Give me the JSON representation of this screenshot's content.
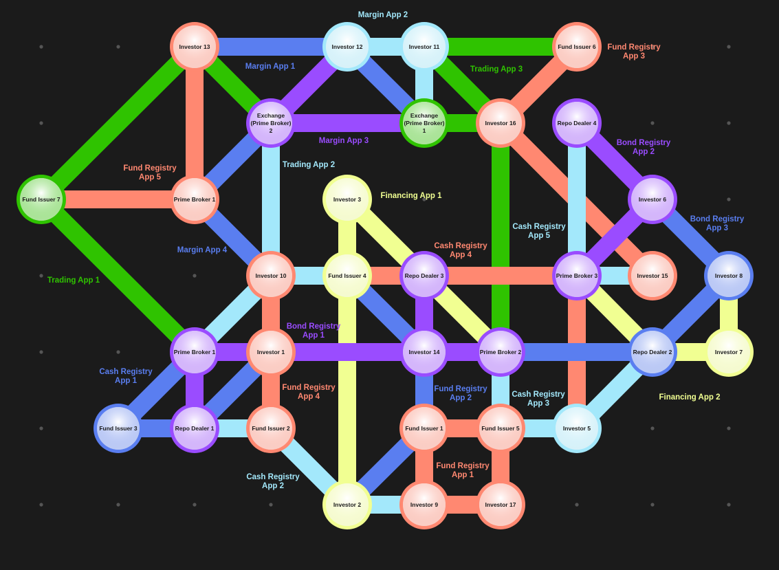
{
  "colors": {
    "green": "#2fc300",
    "salmon": "#ff8871",
    "blue": "#5a7ef0",
    "lightblue": "#a3e8fb",
    "purple": "#9a4cff",
    "yellow": "#f1ff92",
    "background": "#1b1b1b",
    "dot": "#555555"
  },
  "nodes": [
    {
      "id": "inv13",
      "label": "Investor 13",
      "color": "salmon"
    },
    {
      "id": "inv12",
      "label": "Investor 12",
      "color": "lightblue"
    },
    {
      "id": "inv11",
      "label": "Investor 11",
      "color": "lightblue"
    },
    {
      "id": "fi6",
      "label": "Fund Issuer 6",
      "color": "salmon"
    },
    {
      "id": "ex2",
      "label": "Exchange\n(Prime Broker)\n2",
      "color": "purple"
    },
    {
      "id": "ex1",
      "label": "Exchange\n(Prime Broker)\n1",
      "color": "green"
    },
    {
      "id": "inv16",
      "label": "Investor 16",
      "color": "salmon"
    },
    {
      "id": "rd4",
      "label": "Repo Dealer 4",
      "color": "purple"
    },
    {
      "id": "fi7",
      "label": "Fund Issuer 7",
      "color": "green"
    },
    {
      "id": "pb1a",
      "label": "Prime Broker 1",
      "color": "salmon"
    },
    {
      "id": "inv3",
      "label": "Investor 3",
      "color": "yellow"
    },
    {
      "id": "inv6",
      "label": "Investor 6",
      "color": "purple"
    },
    {
      "id": "inv10",
      "label": "Investor 10",
      "color": "salmon"
    },
    {
      "id": "fi4",
      "label": "Fund Issuer 4",
      "color": "yellow"
    },
    {
      "id": "rd3",
      "label": "Repo Dealer 3",
      "color": "purple"
    },
    {
      "id": "pb3",
      "label": "Prime Broker 3",
      "color": "purple"
    },
    {
      "id": "inv15",
      "label": "Investor 15",
      "color": "salmon"
    },
    {
      "id": "inv8",
      "label": "Investor 8",
      "color": "blue"
    },
    {
      "id": "pb1b",
      "label": "Prime Broker 1",
      "color": "purple"
    },
    {
      "id": "inv1",
      "label": "Investor 1",
      "color": "salmon"
    },
    {
      "id": "inv14",
      "label": "Investor 14",
      "color": "purple"
    },
    {
      "id": "pb2",
      "label": "Prime Broker 2",
      "color": "purple"
    },
    {
      "id": "rd2",
      "label": "Repo Dealer 2",
      "color": "blue"
    },
    {
      "id": "inv7",
      "label": "Investor 7",
      "color": "yellow"
    },
    {
      "id": "fi3",
      "label": "Fund Issuer 3",
      "color": "blue"
    },
    {
      "id": "rd1",
      "label": "Repo Dealer 1",
      "color": "purple"
    },
    {
      "id": "fi2",
      "label": "Fund Issuer 2",
      "color": "salmon"
    },
    {
      "id": "fi1",
      "label": "Fund Issuer 1",
      "color": "salmon"
    },
    {
      "id": "fi5",
      "label": "Fund Issuer 5",
      "color": "salmon"
    },
    {
      "id": "inv5",
      "label": "Investor 5",
      "color": "lightblue"
    },
    {
      "id": "inv2",
      "label": "Investor 2",
      "color": "yellow"
    },
    {
      "id": "inv9",
      "label": "Investor 9",
      "color": "salmon"
    },
    {
      "id": "inv17",
      "label": "Investor 17",
      "color": "salmon"
    }
  ],
  "apps": [
    {
      "id": "ma1",
      "name": "Margin App 1",
      "color": "blue",
      "edges": [
        [
          "inv13",
          "inv12"
        ]
      ]
    },
    {
      "id": "ma2",
      "name": "Margin App 2",
      "color": "lightblue",
      "edges": [
        [
          "inv12",
          "inv11"
        ],
        [
          "inv11",
          "ex1"
        ]
      ]
    },
    {
      "id": "ma3",
      "name": "Margin App 3",
      "color": "purple",
      "edges": [
        [
          "inv12",
          "ex2"
        ],
        [
          "ex2",
          "ex1"
        ]
      ]
    },
    {
      "id": "ma4",
      "name": "Margin App 4",
      "color": "blue",
      "edges": [
        [
          "ex2",
          "pb1a"
        ],
        [
          "pb1a",
          "inv10"
        ],
        [
          "inv12",
          "ex1"
        ]
      ]
    },
    {
      "id": "ta1",
      "name": "Trading App 1",
      "color": "green",
      "edges": [
        [
          "fi7",
          "inv13"
        ],
        [
          "fi7",
          "pb1b"
        ],
        [
          "inv13",
          "ex2"
        ]
      ]
    },
    {
      "id": "ta2",
      "name": "Trading App 2",
      "color": "lightblue",
      "edges": [
        [
          "ex2",
          "inv10"
        ],
        [
          "inv10",
          "fi4"
        ]
      ]
    },
    {
      "id": "ta3",
      "name": "Trading App 3",
      "color": "green",
      "edges": [
        [
          "inv11",
          "fi6"
        ],
        [
          "inv11",
          "inv16"
        ],
        [
          "ex1",
          "inv16"
        ],
        [
          "inv16",
          "pb2"
        ]
      ]
    },
    {
      "id": "fr1",
      "name": "Fund Registry App 1",
      "color": "salmon",
      "edges": [
        [
          "fi1",
          "fi5"
        ],
        [
          "fi5",
          "inv17"
        ],
        [
          "inv17",
          "inv9"
        ],
        [
          "inv9",
          "fi1"
        ]
      ]
    },
    {
      "id": "fr3",
      "name": "Fund Registry App 3",
      "color": "salmon",
      "edges": [
        [
          "fi6",
          "inv16"
        ],
        [
          "inv16",
          "inv15"
        ]
      ]
    },
    {
      "id": "fr4",
      "name": "Fund Registry App 4",
      "color": "salmon",
      "edges": [
        [
          "inv10",
          "inv1"
        ],
        [
          "inv1",
          "fi2"
        ]
      ]
    },
    {
      "id": "fr5",
      "name": "Fund Registry App 5",
      "color": "salmon",
      "edges": [
        [
          "inv13",
          "pb1a"
        ],
        [
          "fi7",
          "pb1a"
        ]
      ]
    },
    {
      "id": "fr2",
      "name": "Fund Registry App 2",
      "color": "blue",
      "edges": [
        [
          "fi4",
          "inv14"
        ],
        [
          "inv14",
          "fi1"
        ],
        [
          "fi1",
          "inv2"
        ]
      ]
    },
    {
      "id": "fa1",
      "name": "Financing App 1",
      "color": "yellow",
      "edges": [
        [
          "inv3",
          "fi4"
        ],
        [
          "fi4",
          "inv2"
        ],
        [
          "inv3",
          "pb2"
        ]
      ]
    },
    {
      "id": "fa2",
      "name": "Financing App 2",
      "color": "yellow",
      "edges": [
        [
          "inv8",
          "inv7"
        ],
        [
          "rd2",
          "inv7"
        ],
        [
          "pb3",
          "rd2"
        ]
      ]
    },
    {
      "id": "cr1",
      "name": "Cash Registry App 1",
      "color": "blue",
      "edges": [
        [
          "fi3",
          "pb1b"
        ],
        [
          "fi3",
          "rd1"
        ],
        [
          "rd1",
          "inv1"
        ]
      ]
    },
    {
      "id": "cr2",
      "name": "Cash Registry App 2",
      "color": "lightblue",
      "edges": [
        [
          "inv10",
          "pb1b"
        ],
        [
          "rd1",
          "fi2"
        ],
        [
          "fi2",
          "inv2"
        ],
        [
          "inv2",
          "inv9"
        ]
      ]
    },
    {
      "id": "cr3",
      "name": "Cash Registry App 3",
      "color": "lightblue",
      "edges": [
        [
          "pb2",
          "fi5"
        ],
        [
          "fi5",
          "inv5"
        ],
        [
          "inv5",
          "rd2"
        ]
      ]
    },
    {
      "id": "cr4",
      "name": "Cash Registry App 4",
      "color": "salmon",
      "edges": [
        [
          "fi4",
          "rd3"
        ],
        [
          "rd3",
          "pb3"
        ],
        [
          "pb3",
          "inv5"
        ]
      ]
    },
    {
      "id": "cr5",
      "name": "Cash Registry App 5",
      "color": "lightblue",
      "edges": [
        [
          "rd4",
          "pb3"
        ],
        [
          "pb3",
          "inv15"
        ]
      ]
    },
    {
      "id": "br1",
      "name": "Bond Registry App 1",
      "color": "purple",
      "edges": [
        [
          "pb1b",
          "inv1"
        ],
        [
          "inv1",
          "inv14"
        ],
        [
          "inv14",
          "pb2"
        ],
        [
          "rd3",
          "inv14"
        ],
        [
          "pb1b",
          "rd1"
        ]
      ]
    },
    {
      "id": "br2",
      "name": "Bond Registry App 2",
      "color": "purple",
      "edges": [
        [
          "rd4",
          "inv6"
        ],
        [
          "inv6",
          "pb3"
        ]
      ]
    },
    {
      "id": "br3",
      "name": "Bond Registry App 3",
      "color": "blue",
      "edges": [
        [
          "inv6",
          "inv8"
        ],
        [
          "inv8",
          "rd2"
        ],
        [
          "pb2",
          "rd2"
        ]
      ]
    }
  ]
}
